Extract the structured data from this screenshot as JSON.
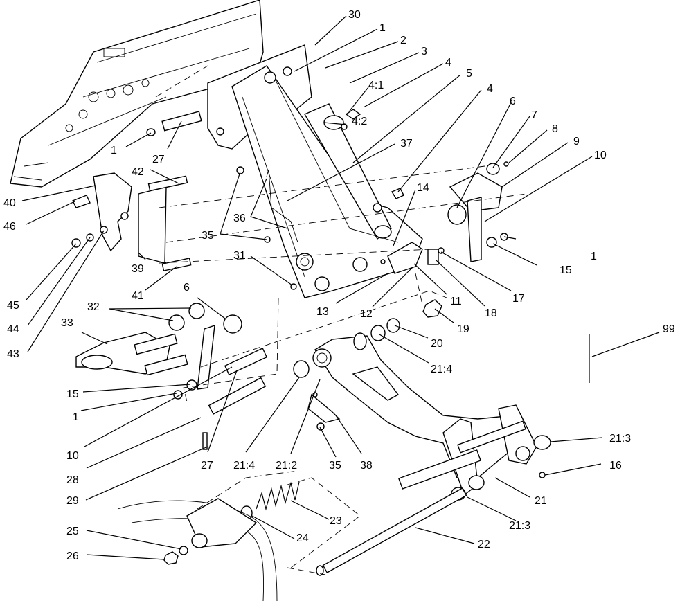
{
  "diagram": {
    "type": "exploded-parts-view",
    "callouts": [
      "30",
      "1",
      "2",
      "3",
      "4",
      "4:1",
      "5",
      "4:2",
      "4",
      "37",
      "6",
      "7",
      "8",
      "9",
      "10",
      "14",
      "1",
      "27",
      "42",
      "40",
      "46",
      "36",
      "35",
      "1",
      "15",
      "31",
      "17",
      "45",
      "44",
      "43",
      "39",
      "41",
      "13",
      "12",
      "11",
      "18",
      "6",
      "32",
      "19",
      "33",
      "20",
      "21:4",
      "15",
      "1",
      "10",
      "21:3",
      "16",
      "28",
      "27",
      "21:4",
      "21:2",
      "35",
      "38",
      "29",
      "23",
      "21",
      "21:3",
      "25",
      "24",
      "26",
      "22",
      "99"
    ]
  }
}
